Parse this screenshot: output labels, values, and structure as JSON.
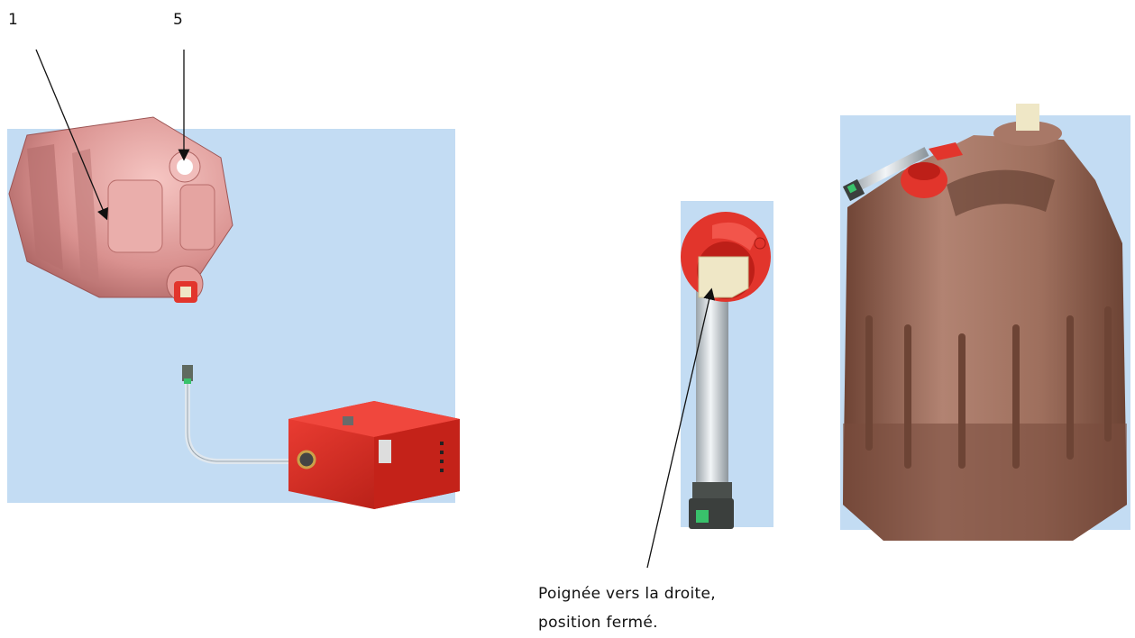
{
  "callouts": {
    "label_1": "1",
    "label_5": "5"
  },
  "caption": {
    "line1": "Poignée vers la droite,",
    "line2": "position fermé."
  },
  "colors": {
    "panel_blue": "#c3dcf3",
    "canister_pink": "#e9a8a6",
    "canister_brown": "#9a6b58",
    "box_red": "#d62a22",
    "cap_red": "#e2352c",
    "tube_grey": "#d6dde2",
    "handle_cream": "#efe7c6",
    "connector_green": "#39c26b"
  }
}
